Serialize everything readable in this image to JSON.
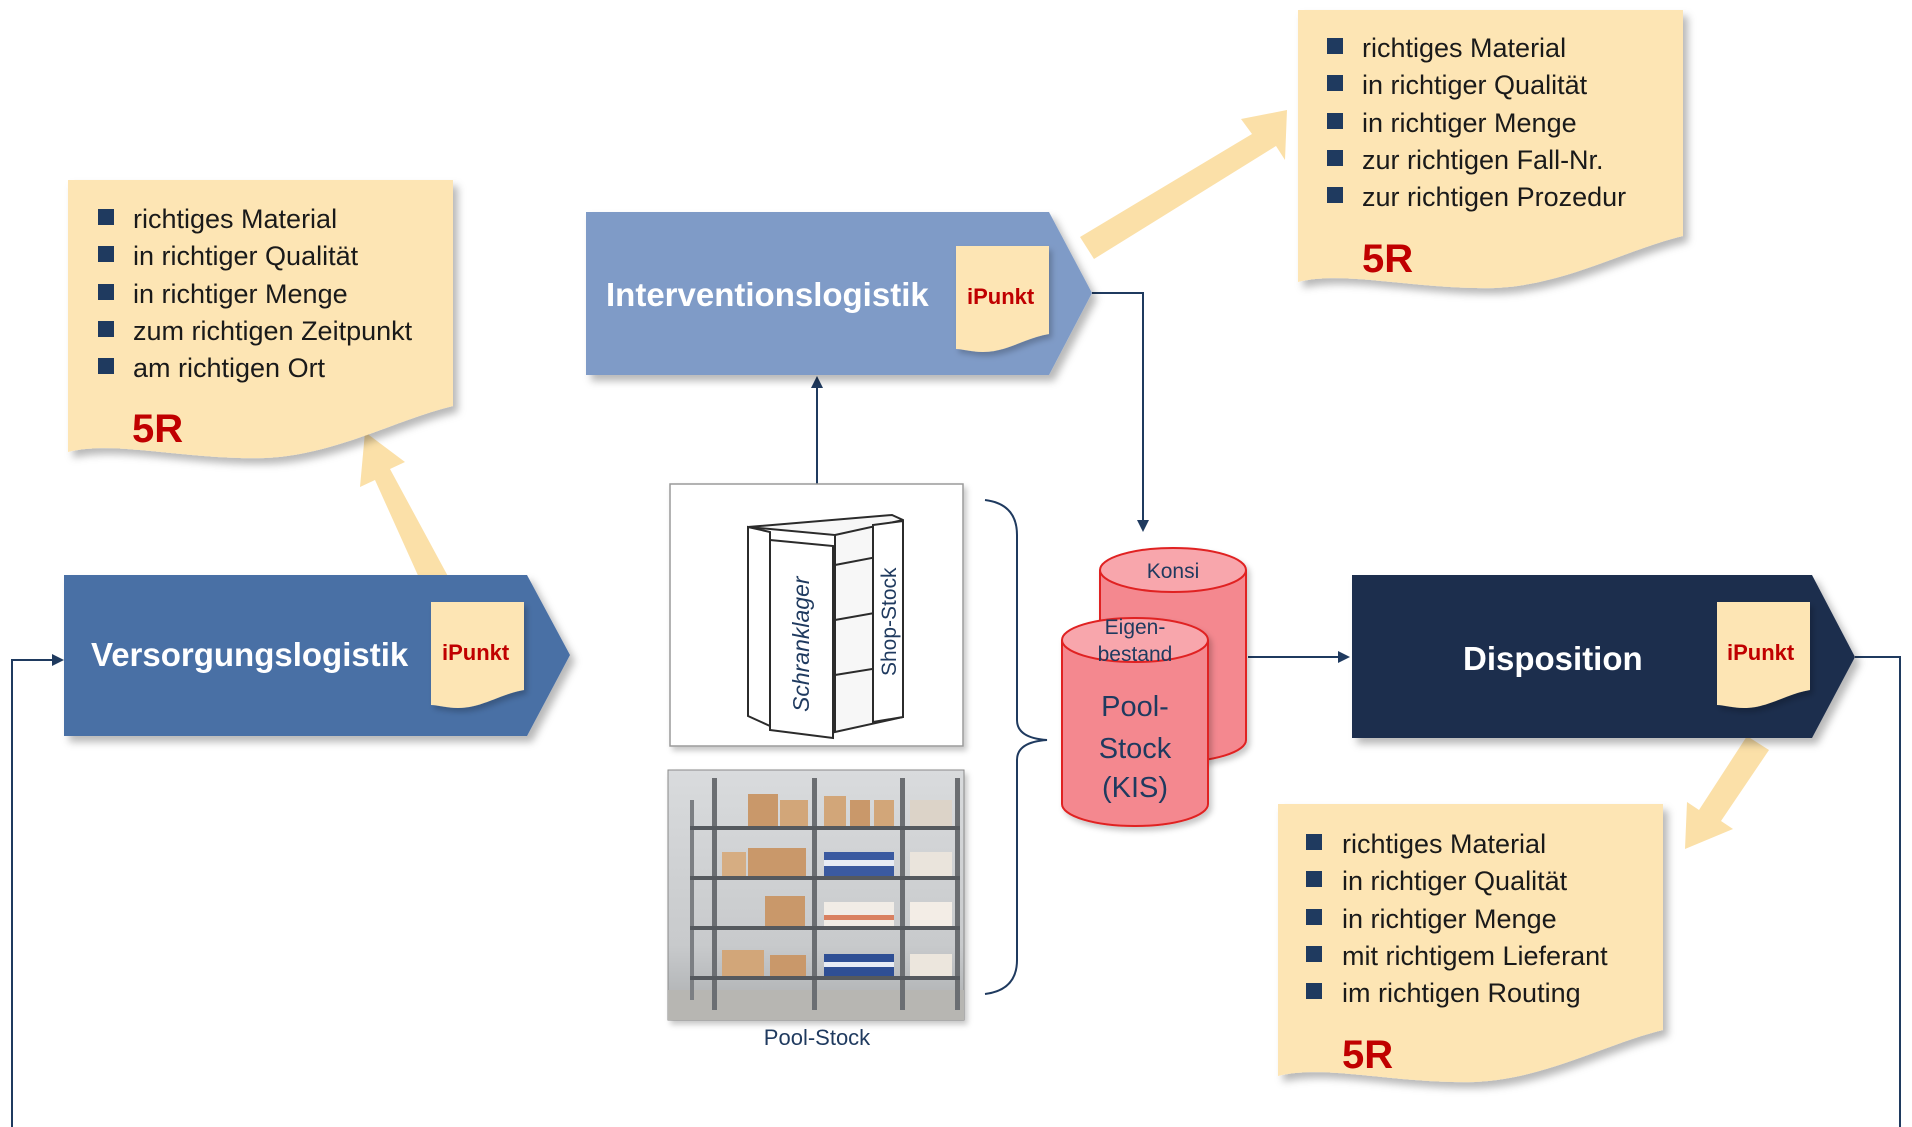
{
  "colors": {
    "note_fill": "#fde5b4",
    "note_arrow": "#fbe0a8",
    "red_text": "#c00000",
    "versorgung_fill": "#4a6fa5",
    "intervention_fill": "#7f9bc7",
    "disposition_fill": "#1e2d4d",
    "cylinder_fill": "#f4888f",
    "cylinder_stroke": "#e02020",
    "connector": "#1f3a5f",
    "dark_text": "#1f3a5f"
  },
  "process_boxes": {
    "versorgung": {
      "label": "Versorgungslogistik",
      "tag": "iPunkt"
    },
    "intervention": {
      "label": "Interventionslogistik",
      "tag": "iPunkt"
    },
    "disposition": {
      "label": "Disposition",
      "tag": "iPunkt"
    }
  },
  "notes": {
    "versorgung": {
      "items": [
        "richtiges Material",
        "in richtiger Qualität",
        "in richtiger Menge",
        "zum richtigen Zeitpunkt",
        "am richtigen Ort"
      ],
      "badge": "5R"
    },
    "intervention": {
      "items": [
        "richtiges Material",
        "in richtiger Qualität",
        "in richtiger Menge",
        "zur richtigen Fall-Nr.",
        "zur richtigen Prozedur"
      ],
      "badge": "5R"
    },
    "disposition": {
      "items": [
        "richtiges Material",
        "in richtiger Qualität",
        "in richtiger Menge",
        "mit richtigem Lieferant",
        "im richtigen Routing"
      ],
      "badge": "5R"
    }
  },
  "storage": {
    "cabinet_labels": {
      "left": "Schranklager",
      "right": "Shop-Stock"
    },
    "caption": "Pool-Stock"
  },
  "database": {
    "back_label": "Konsi",
    "front_top_line1": "Eigen-",
    "front_top_line2": "bestand",
    "front_line1": "Pool-",
    "front_line2": "Stock",
    "front_line3": "(KIS)"
  }
}
